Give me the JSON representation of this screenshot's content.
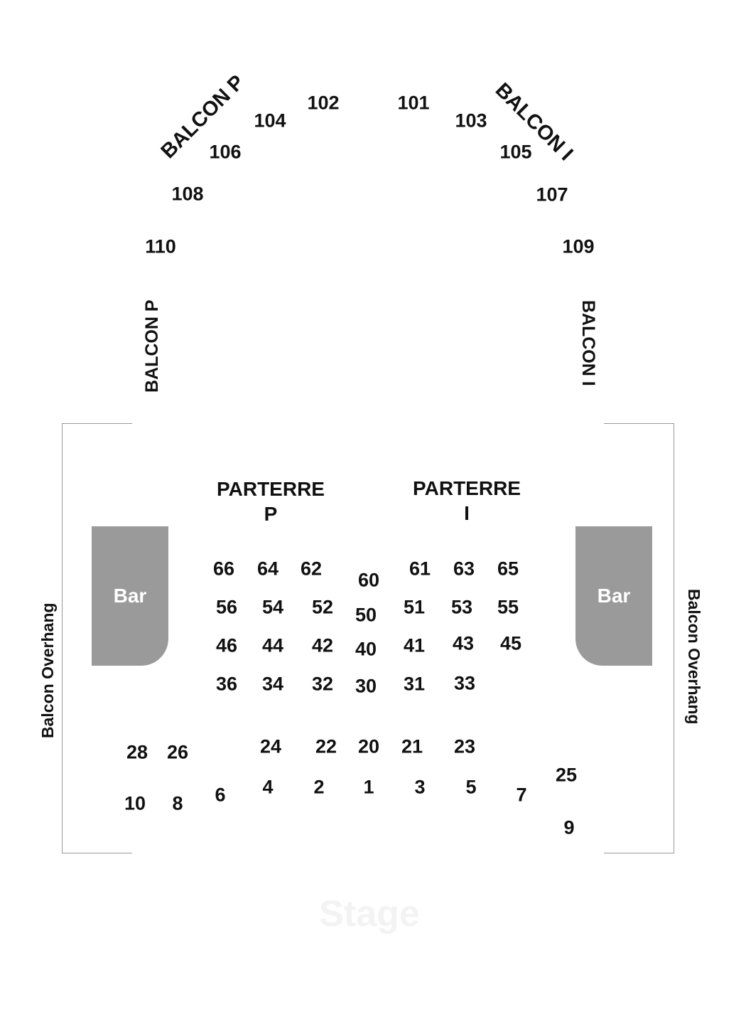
{
  "sections": {
    "balcon_p": "BALCON P",
    "balcon_i": "BALCON I",
    "parterre_p_line1": "PARTERRE",
    "parterre_p_line2": "P",
    "parterre_i_line1": "PARTERRE",
    "parterre_i_line2": "I",
    "bar": "Bar",
    "balcon_overhang": "Balcon Overhang",
    "stage": "Stage"
  },
  "colors": {
    "bar_fill": "#9a9a9a",
    "wall_line": "#999999",
    "text": "#111111"
  },
  "seats": {
    "101": "101",
    "102": "102",
    "103": "103",
    "104": "104",
    "105": "105",
    "106": "106",
    "107": "107",
    "108": "108",
    "109": "109",
    "110": "110",
    "1": "1",
    "2": "2",
    "3": "3",
    "4": "4",
    "5": "5",
    "6": "6",
    "7": "7",
    "8": "8",
    "9": "9",
    "10": "10",
    "20": "20",
    "21": "21",
    "22": "22",
    "23": "23",
    "24": "24",
    "25": "25",
    "26": "26",
    "28": "28",
    "30": "30",
    "31": "31",
    "32": "32",
    "33": "33",
    "34": "34",
    "36": "36",
    "40": "40",
    "41": "41",
    "42": "42",
    "43": "43",
    "44": "44",
    "45": "45",
    "46": "46",
    "50": "50",
    "51": "51",
    "52": "52",
    "53": "53",
    "54": "54",
    "55": "55",
    "56": "56",
    "60": "60",
    "61": "61",
    "62": "62",
    "63": "63",
    "64": "64",
    "65": "65",
    "66": "66"
  }
}
